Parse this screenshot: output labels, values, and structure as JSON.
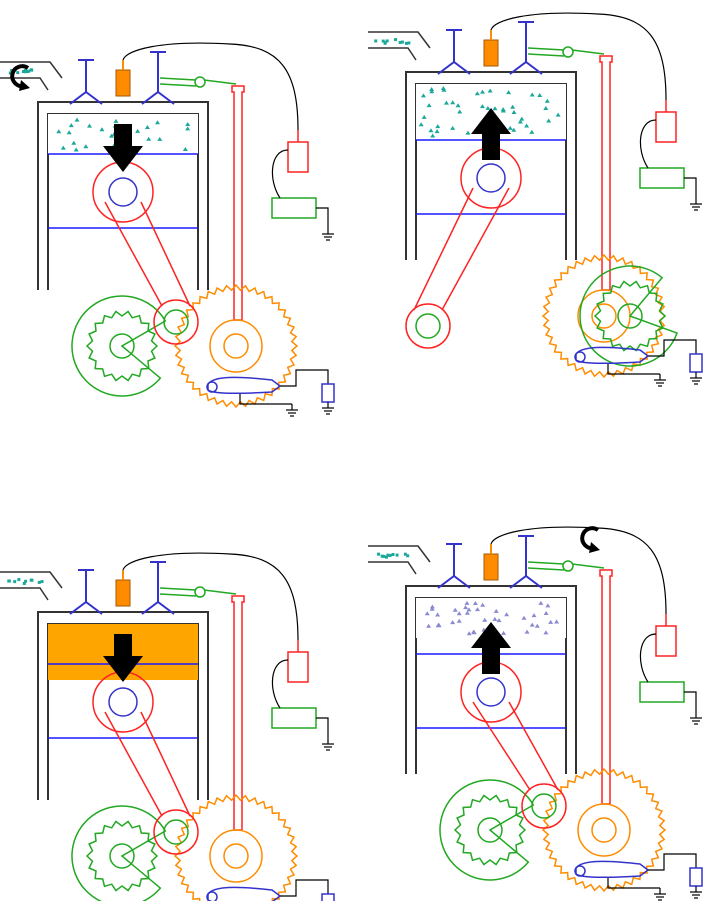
{
  "diagram": {
    "panels": [
      {
        "stroke": "intake",
        "charge": "fuel-air",
        "piston_direction": "down",
        "has_rotation_arrow": true
      },
      {
        "stroke": "compression",
        "charge": "fuel-air",
        "piston_direction": "up",
        "has_rotation_arrow": false
      },
      {
        "stroke": "power",
        "charge": "burning",
        "piston_direction": "down",
        "has_rotation_arrow": false
      },
      {
        "stroke": "exhaust",
        "charge": "exhaust",
        "piston_direction": "up",
        "has_rotation_arrow": true
      }
    ],
    "colors": {
      "cylinder": "#333333",
      "piston_line": "#1a1aff",
      "connecting_rod": "#ff2222",
      "crank_gear": "#ff8c00",
      "cam_gear": "#22a822",
      "valve": "#3333cc",
      "fuel_dots": "#1aa89a",
      "exhaust_dots": "#8a8ad0",
      "combustion": "#ffa500",
      "spark_plug": "#ff8c00",
      "arrow": "#000000",
      "wire": "#000000"
    },
    "icons": [
      "direction-arrow-icon",
      "rotation-arrow-icon",
      "spark-plug-icon",
      "battery-icon",
      "ignition-coil-icon",
      "ground-symbol-icon"
    ]
  }
}
